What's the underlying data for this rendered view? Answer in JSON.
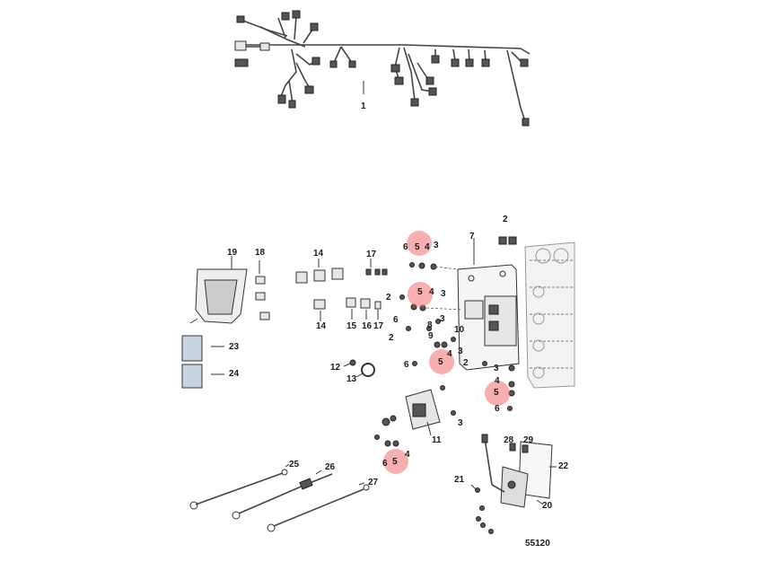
{
  "diagram": {
    "reference_number": "55120",
    "highlight_color": "#f06e6e",
    "highlighted_item": "5",
    "callouts": [
      "1",
      "2",
      "3",
      "4",
      "5",
      "6",
      "7",
      "8",
      "9",
      "10",
      "11",
      "12",
      "13",
      "14",
      "15",
      "16",
      "17",
      "18",
      "19",
      "20",
      "21",
      "22",
      "23",
      "24",
      "25",
      "26",
      "27",
      "28",
      "29"
    ]
  }
}
